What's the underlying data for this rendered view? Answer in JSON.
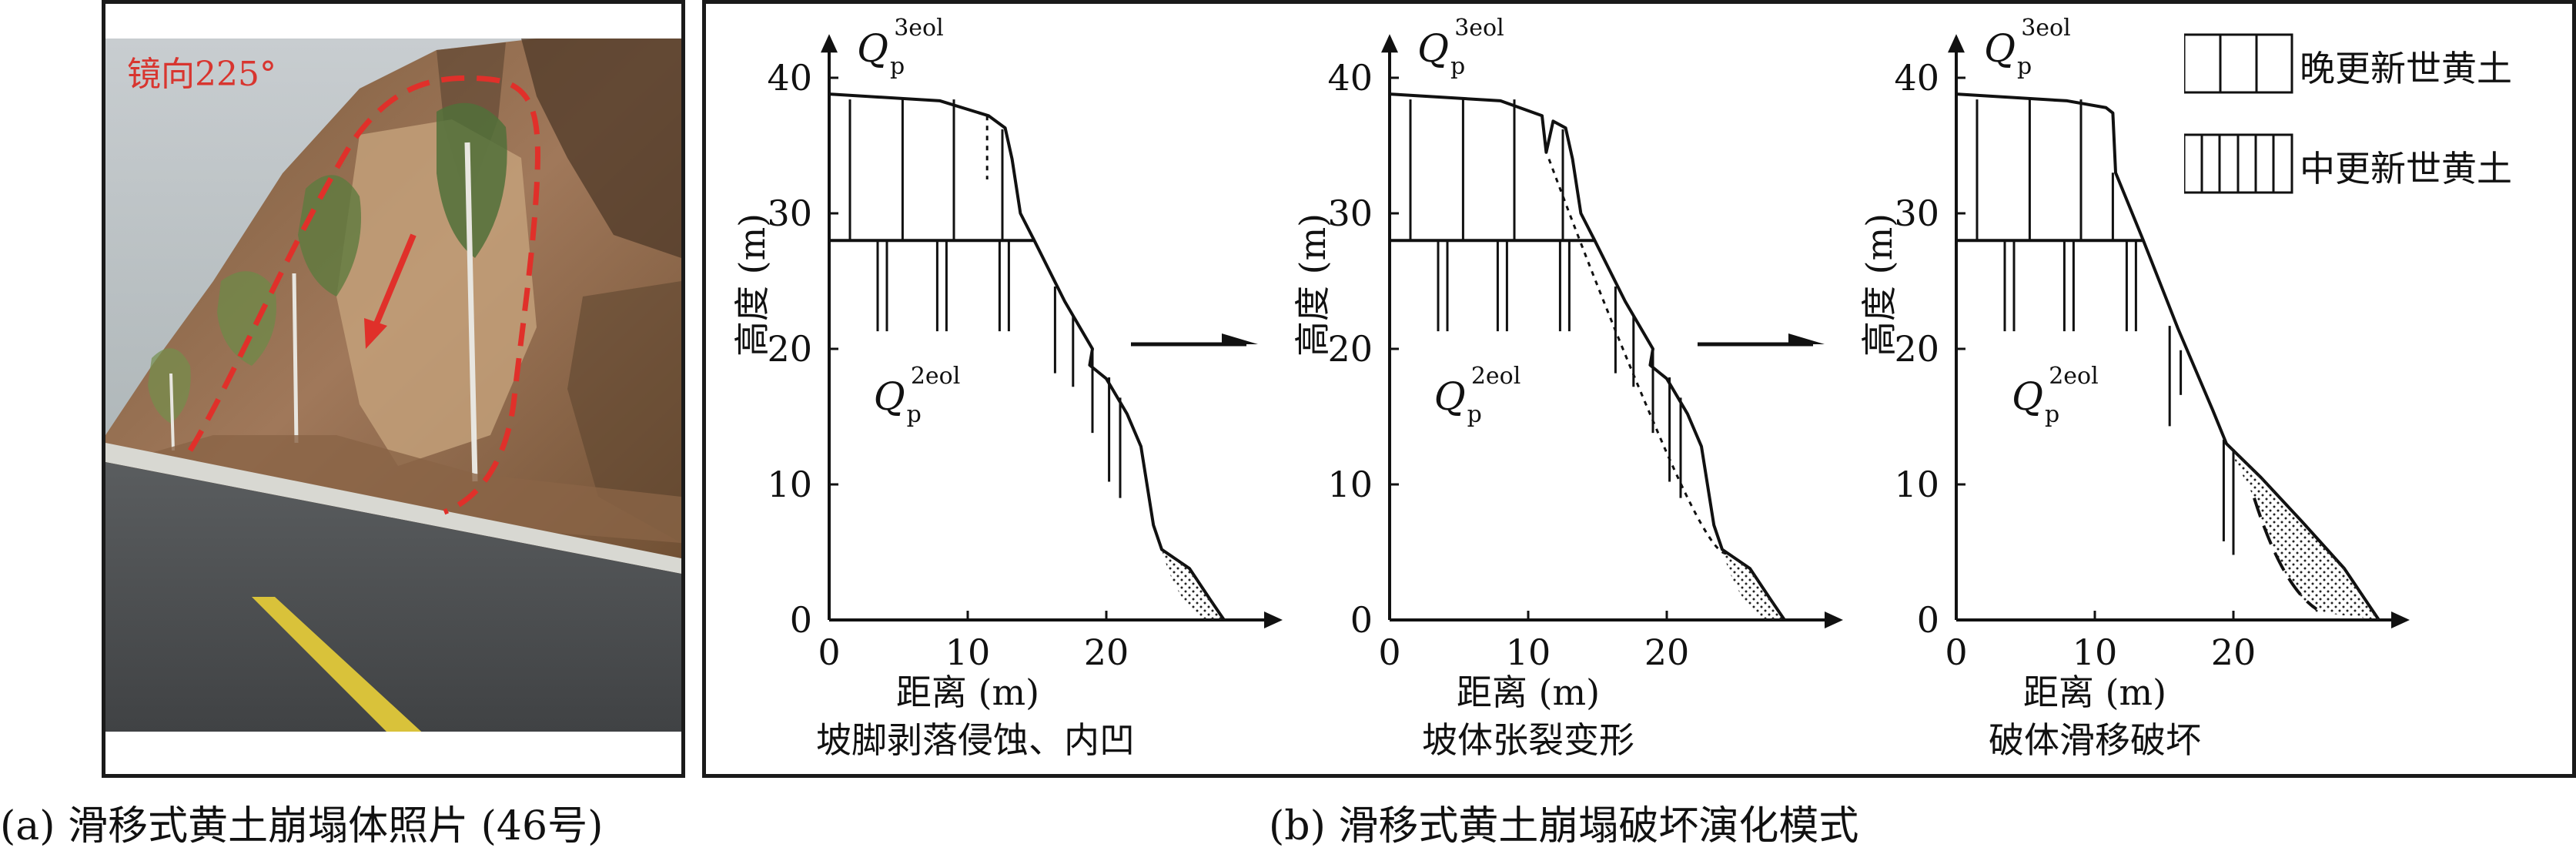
{
  "photo": {
    "orientation_label": "镜向225°",
    "caption": "(a) 滑移式黄土崩塌体照片 (46号)"
  },
  "model": {
    "caption": "(b) 滑移式黄土崩塌破坏演化模式",
    "y_axis_label": "高度 (m)",
    "x_axis_label": "距离 (m)",
    "y_ticks": [
      "0",
      "10",
      "20",
      "30",
      "40"
    ],
    "x_ticks": [
      "0",
      "10",
      "20"
    ],
    "upper_unit": "Q",
    "upper_sub": "p",
    "upper_sup": "3eol",
    "lower_unit": "Q",
    "lower_sub": "p",
    "lower_sup": "2eol",
    "stages": [
      {
        "label": "坡脚剥落侵蚀、内凹"
      },
      {
        "label": "坡体张裂变形"
      },
      {
        "label": "破体滑移破坏"
      }
    ],
    "legend": {
      "late": "晚更新世黄土",
      "middle": "中更新世黄土"
    }
  },
  "colors": {
    "annotation_red": "#e0302a",
    "line": "#111111"
  }
}
